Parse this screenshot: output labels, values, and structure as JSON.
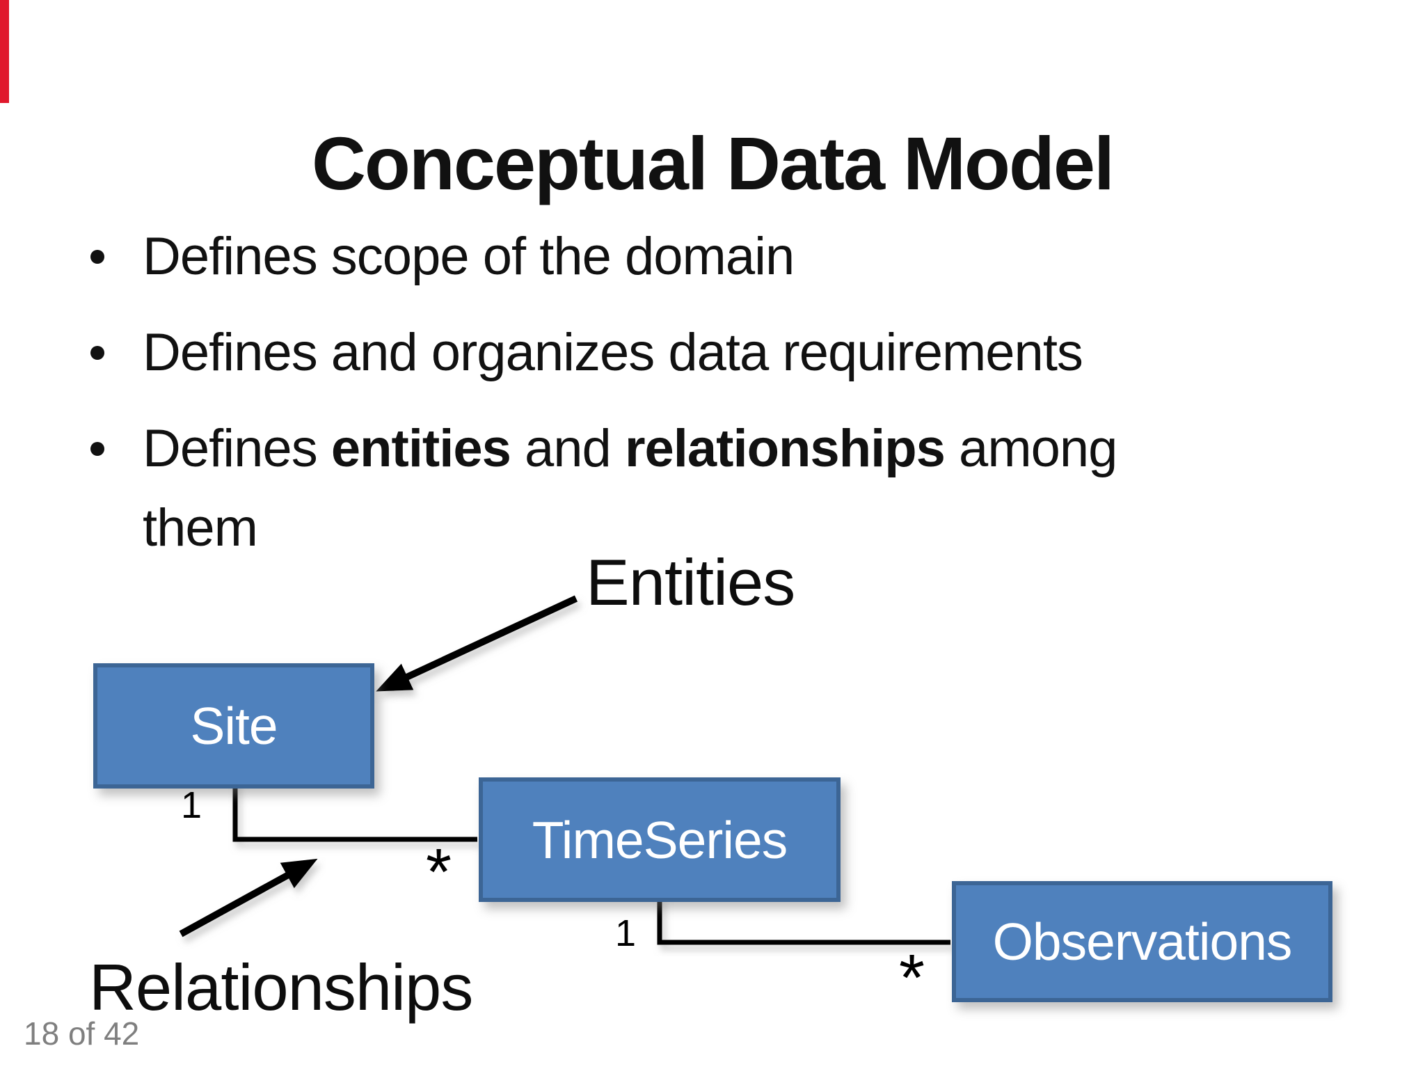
{
  "slide": {
    "title": "Conceptual Data Model"
  },
  "bullets": {
    "items": [
      {
        "segments": [
          {
            "text": "Defines scope of the domain",
            "bold": false
          }
        ]
      },
      {
        "segments": [
          {
            "text": "Defines and organizes data requirements",
            "bold": false
          }
        ]
      },
      {
        "segments": [
          {
            "text": "Defines ",
            "bold": false
          },
          {
            "text": "entities",
            "bold": true
          },
          {
            "text": " and ",
            "bold": false
          },
          {
            "text": "relationships",
            "bold": true
          },
          {
            "text": " among",
            "bold": false
          }
        ],
        "line2": "them"
      }
    ]
  },
  "diagram": {
    "entities_label": "Entities",
    "relationships_label": "Relationships",
    "boxes": [
      {
        "label": "Site"
      },
      {
        "label": "TimeSeries"
      },
      {
        "label": "Observations"
      }
    ],
    "relationships": [
      {
        "from": "Site",
        "to": "TimeSeries",
        "from_cardinality": "1",
        "to_cardinality": "*"
      },
      {
        "from": "TimeSeries",
        "to": "Observations",
        "from_cardinality": "1",
        "to_cardinality": "*"
      }
    ]
  },
  "footer": {
    "page_number": "18 of 42"
  },
  "colors": {
    "entity_fill": "#4f81bd",
    "entity_border": "#3c6595",
    "entity_text": "#ffffff",
    "connector": "#000000",
    "accent_bar": "#e0182c",
    "page_number_gray": "#7f7f7f",
    "body_text": "#111111"
  }
}
